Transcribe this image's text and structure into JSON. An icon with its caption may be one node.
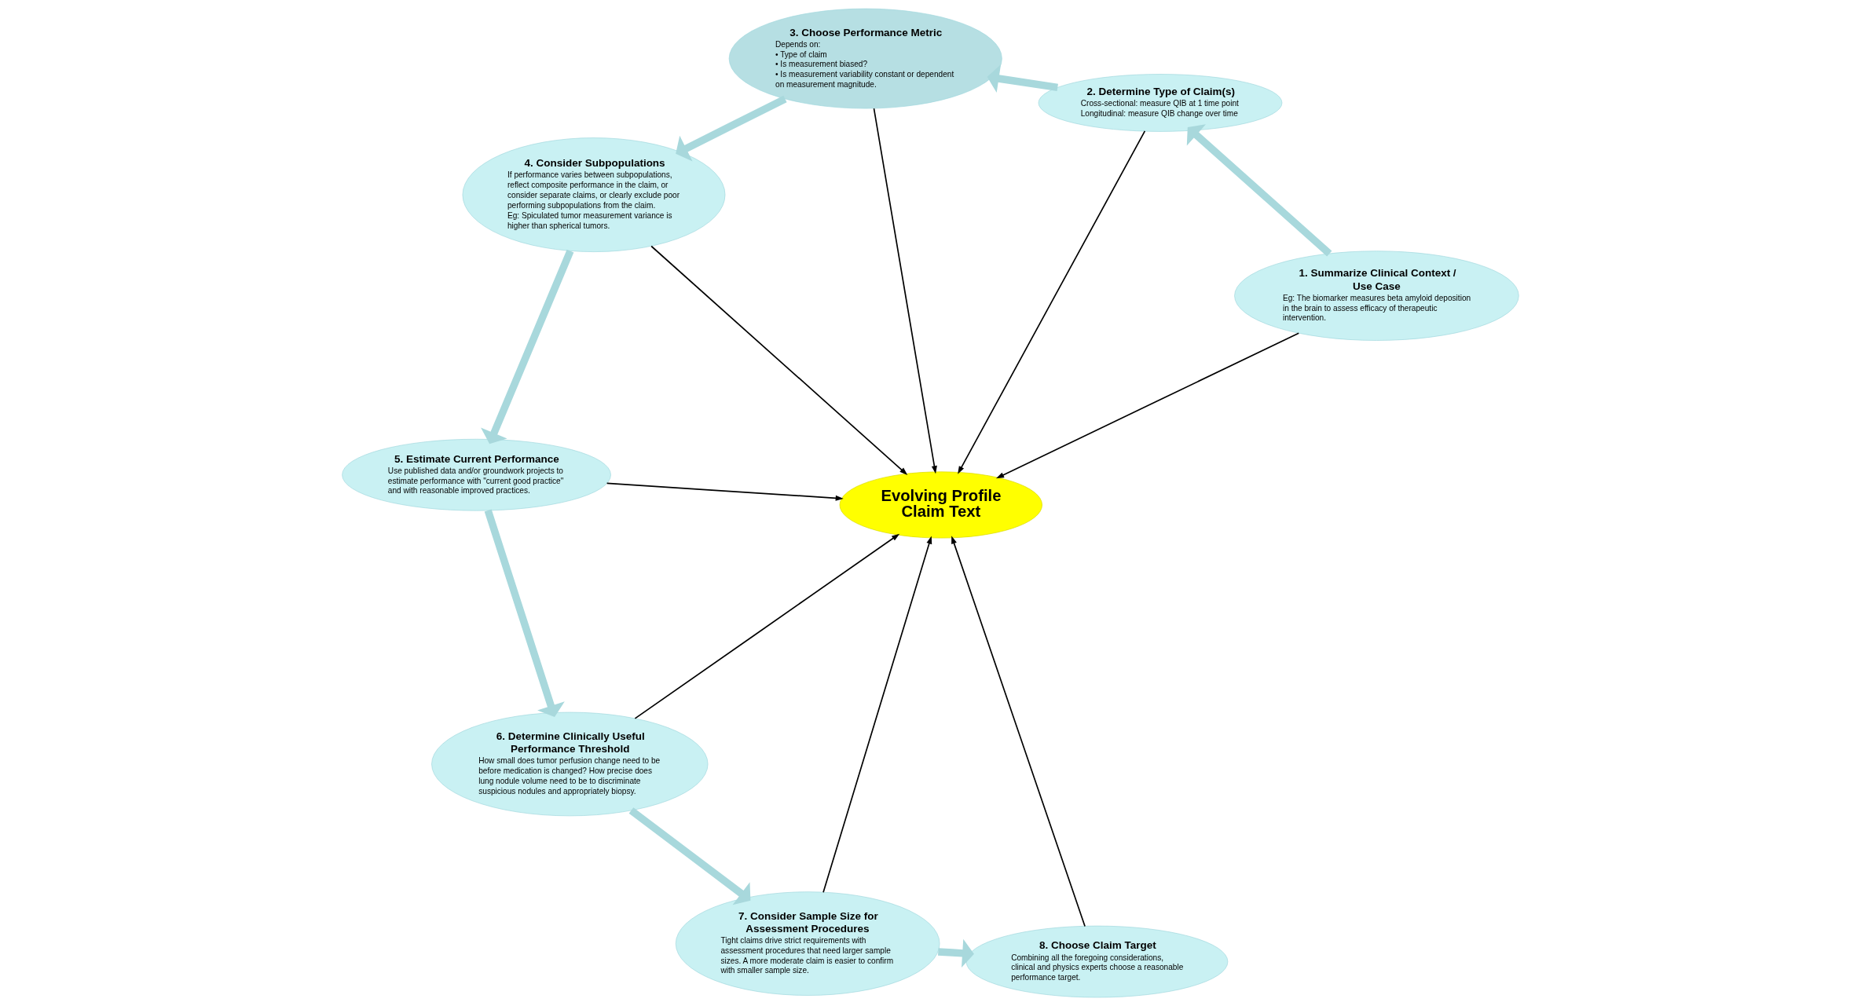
{
  "diagram": {
    "nodes": [
      {
        "text": [
          "1. Summarize Clinical Context / Use Case",
          "Eg: The biomarker measures beta amyloid deposition in the brain to assess efficacy of therapeutic intervention."
        ]
      },
      {
        "text": [
          "2. Determine Type of Claim(s)",
          "Cross-sectional: measure QIB at 1 time point",
          "Longitudinal: measure QIB change over time"
        ]
      },
      {
        "text": [
          "3. Choose Performance Metric",
          "Depends on:",
          "• Type of claim",
          "• Is measurement biased?",
          "• Is measurement variability constant or dependent on measurement magnitude."
        ]
      },
      {
        "text": [
          "4. Consider Subpopulations",
          "If performance varies between subpopulations, reflect composite performance in the claim, or consider separate claims, or clearly exclude poor performing subpopulations from the claim.",
          "Eg: Spiculated tumor measurement variance is higher than spherical tumors."
        ]
      },
      {
        "text": [
          "5. Estimate Current Performance",
          "Use published data and/or groundwork projects to estimate performance with \"current good practice\" and with reasonable improved practices."
        ]
      },
      {
        "text": [
          "6. Determine Clinically Useful Performance Threshold",
          "How small does tumor perfusion change need to be before medication is changed? How precise does lung nodule volume need to be to discriminate suspicious nodules and appropriately biopsy."
        ]
      },
      {
        "text": [
          "7. Consider Sample Size for Assessment Procedures",
          "Tight claims drive strict requirements with assessment procedures that need larger sample sizes. A more moderate claim is easier to confirm with smaller sample size."
        ]
      },
      {
        "text": [
          "8. Choose Claim Target",
          "Combining all the foregoing considerations, clinical and physics experts choose a reasonable performance target."
        ]
      },
      {
        "text": [
          "Evolving Profile Claim Text"
        ]
      }
    ],
    "edges": [
      {
        "from": 0,
        "to": 8,
        "arrow": "to"
      },
      {
        "from": 1,
        "to": 8,
        "arrow": "to"
      },
      {
        "from": 2,
        "to": 8,
        "arrow": "to"
      },
      {
        "from": 3,
        "to": 8,
        "arrow": "to"
      },
      {
        "from": 4,
        "to": 8,
        "arrow": "to"
      },
      {
        "from": 5,
        "to": 8,
        "arrow": "to"
      },
      {
        "from": 6,
        "to": 8,
        "arrow": "to"
      },
      {
        "from": 7,
        "to": 8,
        "arrow": "to"
      },
      {
        "from": 0,
        "to": 1,
        "arrow": "to",
        "style": "thick",
        "color": "#a8d8dc"
      },
      {
        "from": 1,
        "to": 2,
        "arrow": "to",
        "style": "thick",
        "color": "#a8d8dc"
      },
      {
        "from": 2,
        "to": 3,
        "arrow": "to",
        "style": "thick",
        "color": "#a8d8dc"
      },
      {
        "from": 3,
        "to": 4,
        "arrow": "to",
        "style": "thick",
        "color": "#a8d8dc"
      },
      {
        "from": 4,
        "to": 5,
        "arrow": "to",
        "style": "thick",
        "color": "#a8d8dc"
      },
      {
        "from": 5,
        "to": 6,
        "arrow": "to",
        "style": "thick",
        "color": "#a8d8dc"
      },
      {
        "from": 6,
        "to": 7,
        "arrow": "to",
        "style": "thick",
        "color": "#a8d8dc"
      }
    ]
  }
}
